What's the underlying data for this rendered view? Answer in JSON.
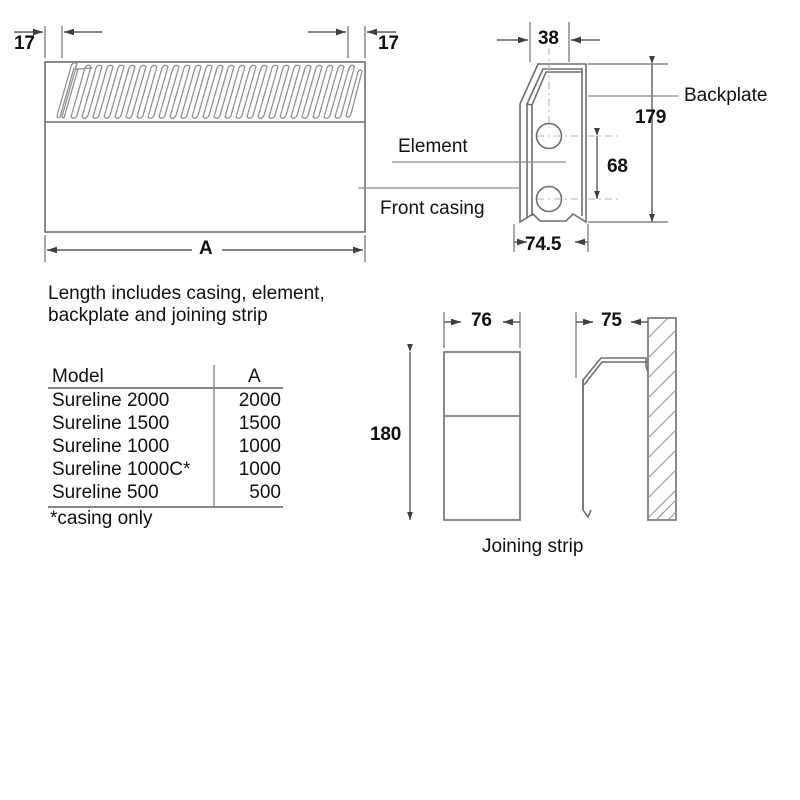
{
  "drawing": {
    "title_note": "Length includes casing, element,\nbackplate and joining strip",
    "footnote": "*casing only"
  },
  "front_view": {
    "left_offset_label": "17",
    "right_offset_label": "17",
    "overall_length_label": "A"
  },
  "side_view": {
    "width_top_label": "38",
    "height_label": "179",
    "hole_spacing_label": "68",
    "depth_label": "74.5",
    "backplate_label": "Backplate",
    "element_label": "Element",
    "front_casing_label": "Front casing"
  },
  "joining_strip": {
    "width_label": "76",
    "height_label": "180",
    "wall_offset_label": "75",
    "caption": "Joining strip"
  },
  "table": {
    "headers": [
      "Model",
      "A"
    ],
    "rows": [
      {
        "model": "Sureline 2000",
        "a": "2000"
      },
      {
        "model": "Sureline 1500",
        "a": "1500"
      },
      {
        "model": "Sureline 1000",
        "a": "1000"
      },
      {
        "model": "Sureline 1000C*",
        "a": "1000"
      },
      {
        "model": "Sureline 500",
        "a": "500"
      }
    ]
  },
  "colors": {
    "line": "#6e6e6e",
    "text": "#111111",
    "dimension": "#5a5a5a",
    "centerline": "#b5b5b5",
    "background": "#ffffff"
  }
}
